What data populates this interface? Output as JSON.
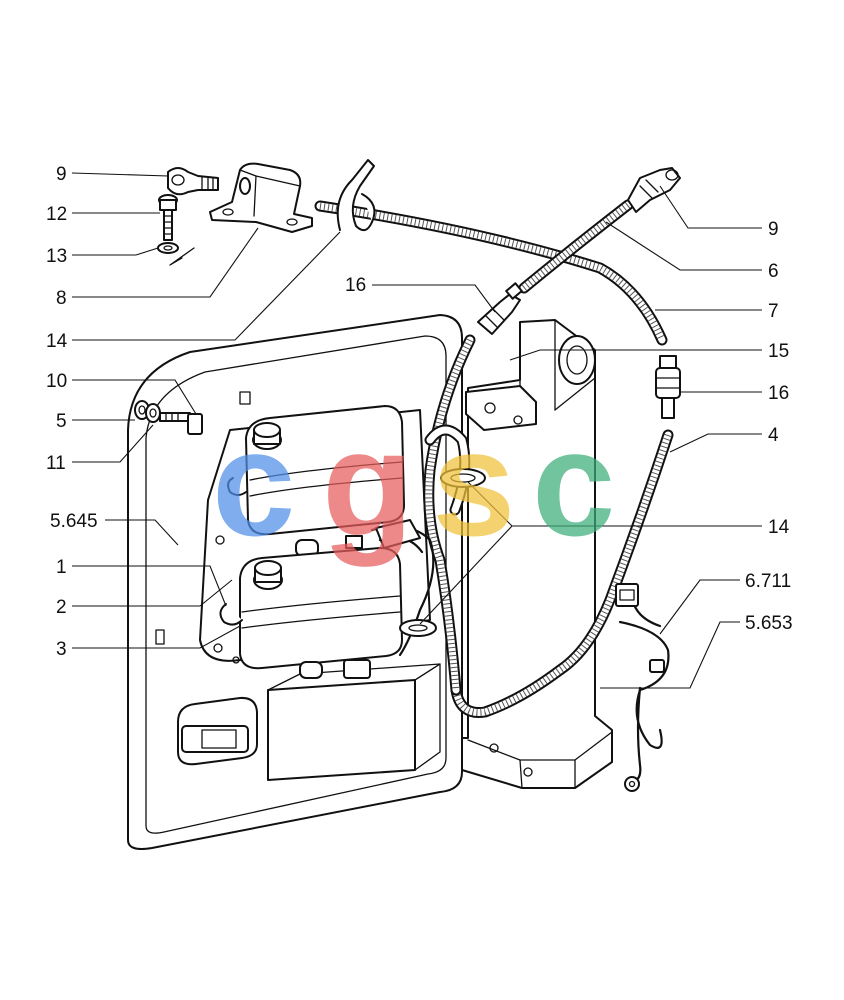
{
  "watermark": {
    "letters": [
      "c",
      "g",
      "s",
      "c"
    ],
    "colors": [
      "#4f8ee8",
      "#e85c5c",
      "#f2c23a",
      "#3cae7a"
    ]
  },
  "callouts": {
    "c9_top": "9",
    "c12": "12",
    "c13": "13",
    "c8": "8",
    "c14_top": "14",
    "c10": "10",
    "c5": "5",
    "c11": "11",
    "c5_645": "5.645",
    "c1": "1",
    "c2": "2",
    "c3": "3",
    "c16_top": "16",
    "c9_right": "9",
    "c6": "6",
    "c7": "7",
    "c15": "15",
    "c16_right": "16",
    "c4": "4",
    "c14_right": "14",
    "c6_711": "6.711",
    "c5_653": "5.653"
  },
  "colors": {
    "ink": "#111111",
    "background": "#ffffff"
  }
}
